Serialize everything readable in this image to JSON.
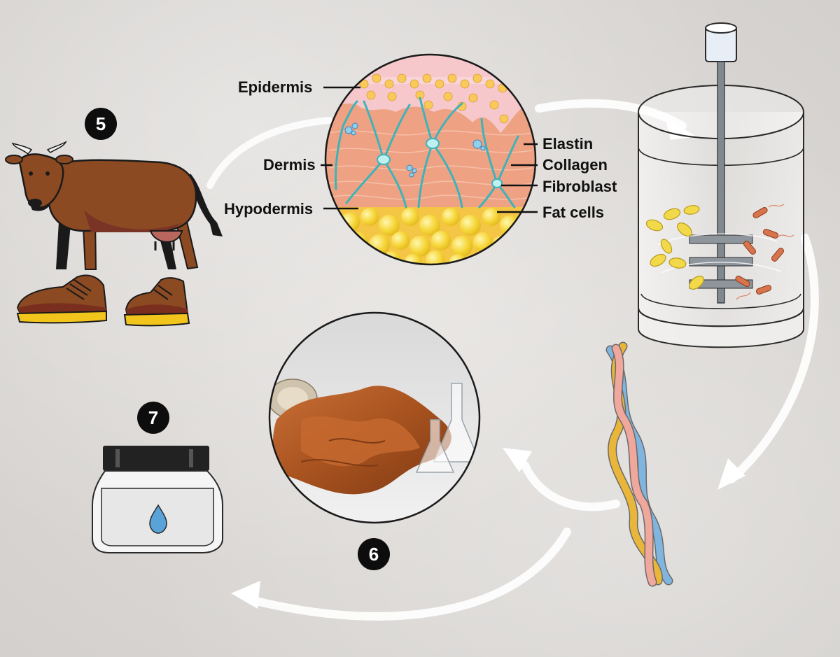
{
  "steps": {
    "five": "5",
    "six": "6",
    "seven": "7"
  },
  "skin_labels": {
    "epidermis": "Epidermis",
    "dermis": "Dermis",
    "hypodermis": "Hypodermis",
    "elastin": "Elastin",
    "collagen": "Collagen",
    "fibroblast": "Fibroblast",
    "fat_cells": "Fat cells"
  },
  "colors": {
    "background": "#dcd9d6",
    "cow_brown": "#8b4a22",
    "shoe_yellow": "#f2c51c",
    "epidermis_pink": "#f6c8cc",
    "dermis_salmon": "#eea283",
    "fiber_teal": "#3fb2b9",
    "fat_yellow": "#f7d83a",
    "leather_tan": "#b9602c",
    "strand_blue": "#7fb5df",
    "strand_pink": "#f0a79c",
    "strand_yellow": "#e9b63a",
    "jar_lid": "#222222",
    "drop_blue": "#5aa3d8"
  },
  "icons": {
    "cow": "cow-icon",
    "shoes": "shoe-icon",
    "bioreactor": "bioreactor-icon",
    "jar": "jar-icon",
    "strand": "braided-strand-icon"
  }
}
